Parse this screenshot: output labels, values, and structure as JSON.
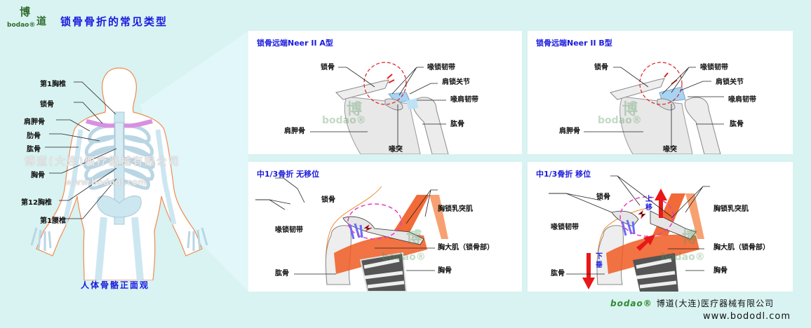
{
  "header": {
    "logo_glyph_1": "博",
    "logo_glyph_2": "道",
    "logo_word": "bodao®",
    "title": "锁骨骨折的常见类型"
  },
  "skeleton": {
    "labels": [
      "第1胸椎",
      "锁骨",
      "肩胛骨",
      "肋骨",
      "肱骨",
      "胸骨",
      "第12胸椎",
      "第1腰椎"
    ],
    "caption": "人体骨骼正面观",
    "watermark_company": "博道(大连)医疗器械有限公司",
    "watermark_url": "www.bododl.com"
  },
  "panels": [
    {
      "title": "锁骨远端Neer II A型",
      "labels": {
        "clavicle": "锁骨",
        "coracoclavicular": "喙锁韧带",
        "ac_joint": "肩锁关节",
        "coracoacromial": "喙肩韧带",
        "scapula": "肩胛骨",
        "humerus": "肱骨",
        "coracoid": "喙突"
      }
    },
    {
      "title": "锁骨远端Neer II B型",
      "labels": {
        "clavicle": "锁骨",
        "coracoclavicular": "喙锁韧带",
        "ac_joint": "肩锁关节",
        "coracoacromial": "喙肩韧带",
        "scapula": "肩胛骨",
        "humerus": "肱骨",
        "coracoid": "喙突"
      }
    },
    {
      "title": "中1/3骨折  无移位",
      "labels": {
        "clavicle": "锁骨",
        "scm": "胸锁乳突肌",
        "coracoclavicular": "喙锁韧带",
        "pectoralis": "胸大肌（锁骨部）",
        "humerus": "肱骨",
        "sternum": "胸骨"
      }
    },
    {
      "title": "中1/3骨折  移位",
      "labels": {
        "clavicle": "锁骨",
        "scm": "胸锁乳突肌",
        "coracoclavicular": "喙锁韧带",
        "pectoralis": "胸大肌（锁骨部）",
        "humerus": "肱骨",
        "sternum": "胸骨",
        "up_move": "上移",
        "down_hang": "下垂"
      }
    }
  ],
  "watermark": {
    "glyph_1": "博",
    "glyph_2": "道",
    "word": "bodao®"
  },
  "footer": {
    "brand": "bodao®",
    "company": "博道(大连)医疗器械有限公司",
    "url": "www.bododl.com"
  },
  "colors": {
    "background": "#d8f3f1",
    "title_blue": "#1a1adf",
    "logo_green": "#2f6b2f",
    "muscle_orange": "#f05a22",
    "fracture_red": "#e02020",
    "dashed_magenta": "#e040c0",
    "clavicle_pink": "#d890e0"
  }
}
